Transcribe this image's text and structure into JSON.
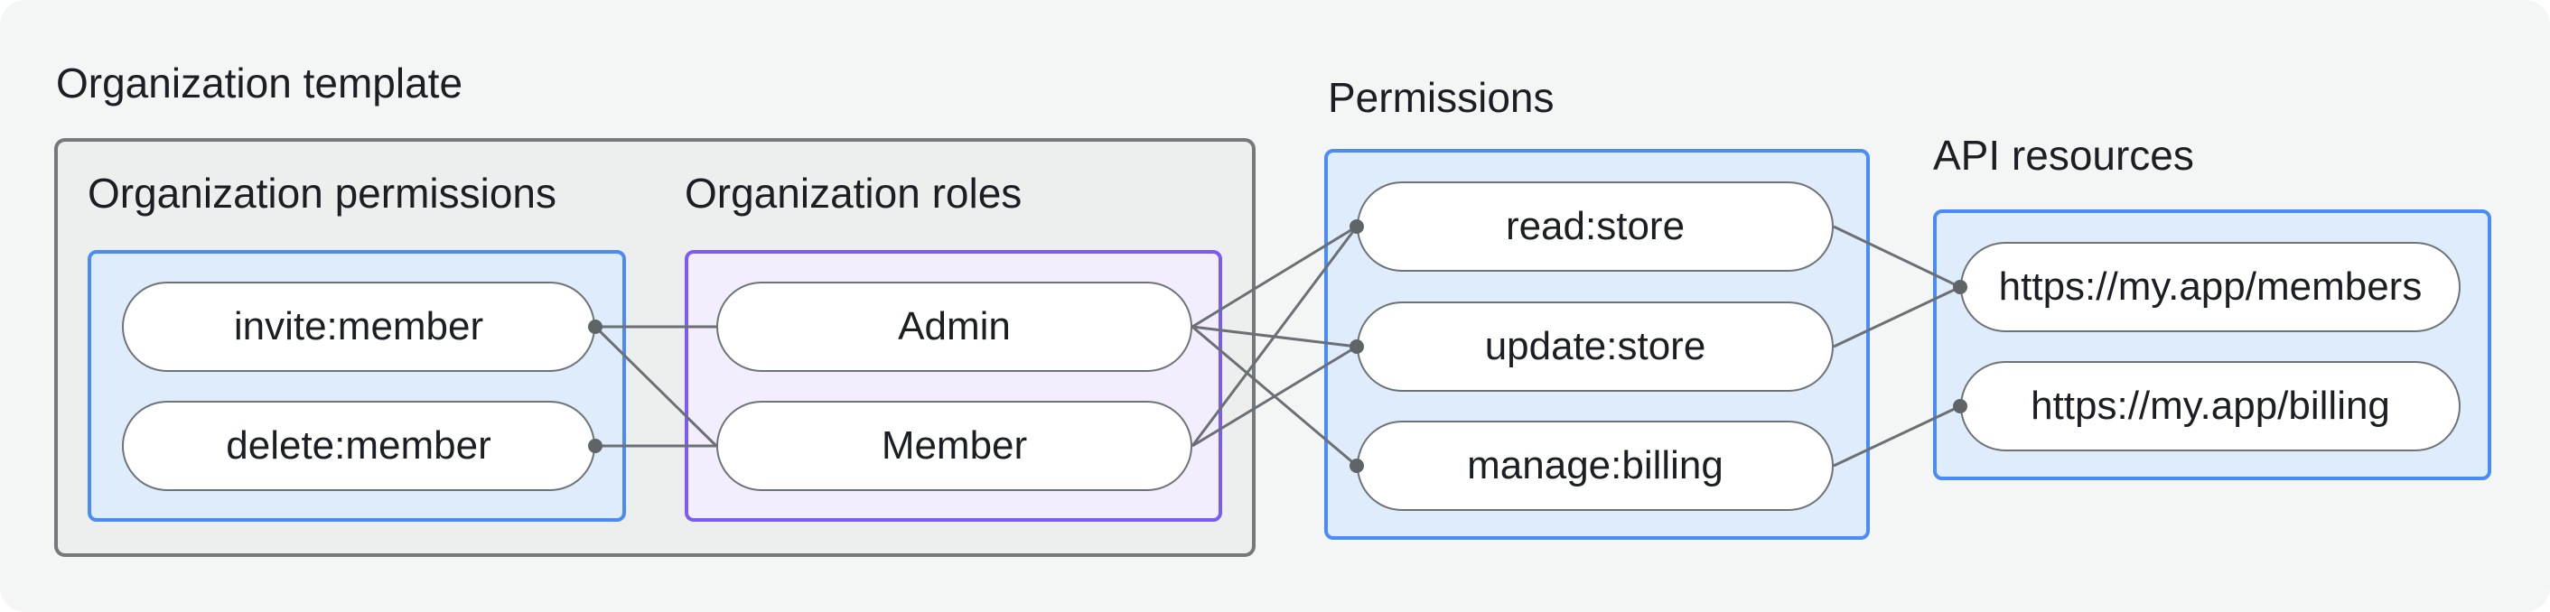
{
  "title": "Organization template",
  "sections": {
    "org_permissions": {
      "label": "Organization permissions",
      "nodes": {
        "invite_member": {
          "label": "invite:member",
          "dot": "right"
        },
        "delete_member": {
          "label": "delete:member",
          "dot": "right"
        }
      }
    },
    "org_roles": {
      "label": "Organization roles",
      "nodes": {
        "admin": {
          "label": "Admin",
          "dot": null
        },
        "member": {
          "label": "Member",
          "dot": null
        }
      }
    },
    "permissions": {
      "label": "Permissions",
      "nodes": {
        "read_store": {
          "label": "read:store",
          "dot": "left"
        },
        "update_store": {
          "label": "update:store",
          "dot": "left"
        },
        "manage_billing": {
          "label": "manage:billing",
          "dot": "left"
        }
      }
    },
    "api_resources": {
      "label": "API resources",
      "nodes": {
        "api_members": {
          "label": "https://my.app/members",
          "dot": "left"
        },
        "api_billing": {
          "label": "https://my.app/billing",
          "dot": "left"
        }
      }
    }
  },
  "edges": [
    {
      "from": "invite_member",
      "to": "admin"
    },
    {
      "from": "invite_member",
      "to": "member"
    },
    {
      "from": "delete_member",
      "to": "member"
    },
    {
      "from": "admin",
      "to": "read_store"
    },
    {
      "from": "admin",
      "to": "update_store"
    },
    {
      "from": "admin",
      "to": "manage_billing"
    },
    {
      "from": "member",
      "to": "read_store"
    },
    {
      "from": "member",
      "to": "update_store"
    },
    {
      "from": "read_store",
      "to": "api_members"
    },
    {
      "from": "update_store",
      "to": "api_members"
    },
    {
      "from": "manage_billing",
      "to": "api_billing"
    }
  ],
  "colors": {
    "background": "#f4f6f6",
    "text": "#1b1f23",
    "gray_box_fill": "#edeeee",
    "gray_box_border": "#75797c",
    "blue_box_fill": "#dfecfb",
    "blue_box_border": "#4a8cf7",
    "purple_box_fill": "#f3eefd",
    "purple_box_border": "#7b5bf5",
    "pill_fill": "#ffffff",
    "pill_border": "#6e7376",
    "line": "#6b7074",
    "dot": "#5f6467"
  }
}
